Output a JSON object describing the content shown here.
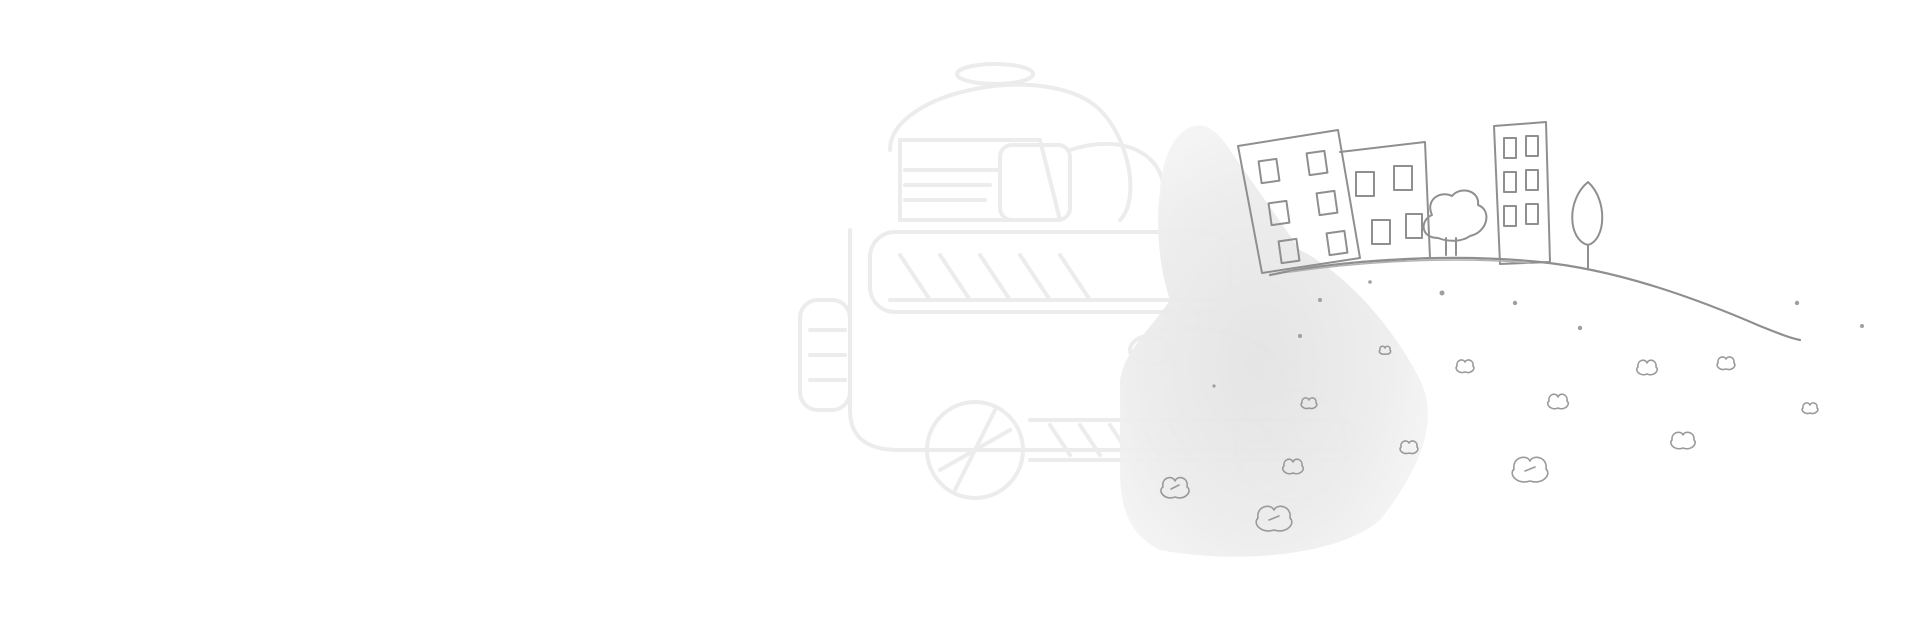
{
  "scene": {
    "description_color_paper": "#ffffff",
    "colors": {
      "faint_sketch": "#e9e9e9",
      "blob": "#ececec",
      "pencil": "#8f8f8f",
      "pencil_light": "#b3b3b3"
    },
    "elements": {
      "vehicle": "faint-vehicle-sketch",
      "blob": "grey-watercolor-blob",
      "buildings": "pencil-buildings",
      "hill": "pencil-hill",
      "flowers": "flower-doodles"
    }
  }
}
